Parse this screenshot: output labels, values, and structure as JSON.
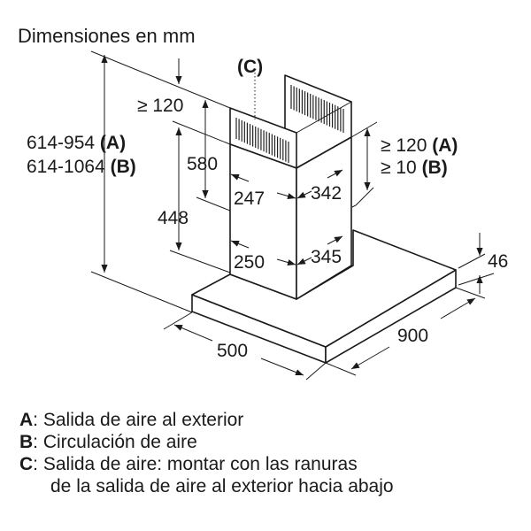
{
  "title": "Dimensiones en mm",
  "dimensions": {
    "height_a": "614-954",
    "height_b": "614-1064",
    "a_tag": "(A)",
    "b_tag": "(B)",
    "c_tag": "(C)",
    "top_clearance": "≥ 120",
    "chimney_upper": "580",
    "chimney_lower": "448",
    "width_upper": "247",
    "depth_upper": "342",
    "width_lower": "250",
    "depth_lower": "345",
    "right_clearance_a": "≥ 120",
    "right_clearance_b": "≥ 10",
    "hood_thickness": "46",
    "hood_depth": "500",
    "hood_width": "900"
  },
  "legend": [
    {
      "key": "A",
      "text": ": Salida de aire al exterior"
    },
    {
      "key": "B",
      "text": ": Circulación de aire"
    },
    {
      "key": "C",
      "text": ": Salida de aire: montar con las ranuras",
      "continuation": "de la salida de aire al exterior hacia abajo"
    }
  ]
}
